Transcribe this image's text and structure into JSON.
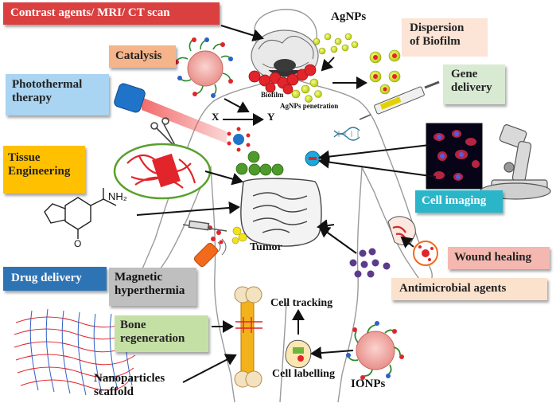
{
  "labels": {
    "contrast": "Contrast agents/ MRI/ CT scan",
    "catalysis": "Catalysis",
    "photothermal_1": "Photothermal",
    "photothermal_2": "therapy",
    "tissue_1": "Tissue",
    "tissue_2": "Engineering",
    "drug_delivery": "Drug delivery",
    "magnetic_1": "Magnetic",
    "magnetic_2": "hyperthermia",
    "bone_1": "Bone",
    "bone_2": "regeneration",
    "nano_1": "Nanoparticles",
    "nano_2": "scaffold",
    "agnps": "AgNPs",
    "dispersion_1": "Dispersion",
    "dispersion_2": "of Biofilm",
    "gene_1": "Gene",
    "gene_2": "delivery",
    "cell_imaging": "Cell imaging",
    "wound": "Wound healing",
    "antimicrobial": "Antimicrobial agents",
    "ionps": "IONPs",
    "cell_tracking": "Cell tracking",
    "cell_labelling": "Cell labelling",
    "tumor": "Tumor",
    "biofilm": "Biofilm",
    "agnps_penetration": "AgNPs penetration",
    "x": "X",
    "y": "Y",
    "nh2": "NH₂",
    "o": "O"
  },
  "colors": {
    "contrast_bg": "#d9403f",
    "catalysis_bg": "#f6b48a",
    "photothermal_bg": "#a9d4f2",
    "tissue_bg": "#ffc000",
    "drug_bg": "#2e74b5",
    "magnetic_bg": "#bfbfbf",
    "bone_bg": "#c5e0a5",
    "dispersion_bg": "#fce4d6",
    "gene_bg": "#d9ead3",
    "cell_imaging_bg": "#2bb5c8",
    "wound_bg": "#f4b8b0",
    "antimicrobial_bg": "#fbe2cc",
    "silver_np": "#d7e61c",
    "red_np": "#e2242b",
    "green_np": "#4e9a2a",
    "purple_np": "#5b3b8c"
  }
}
